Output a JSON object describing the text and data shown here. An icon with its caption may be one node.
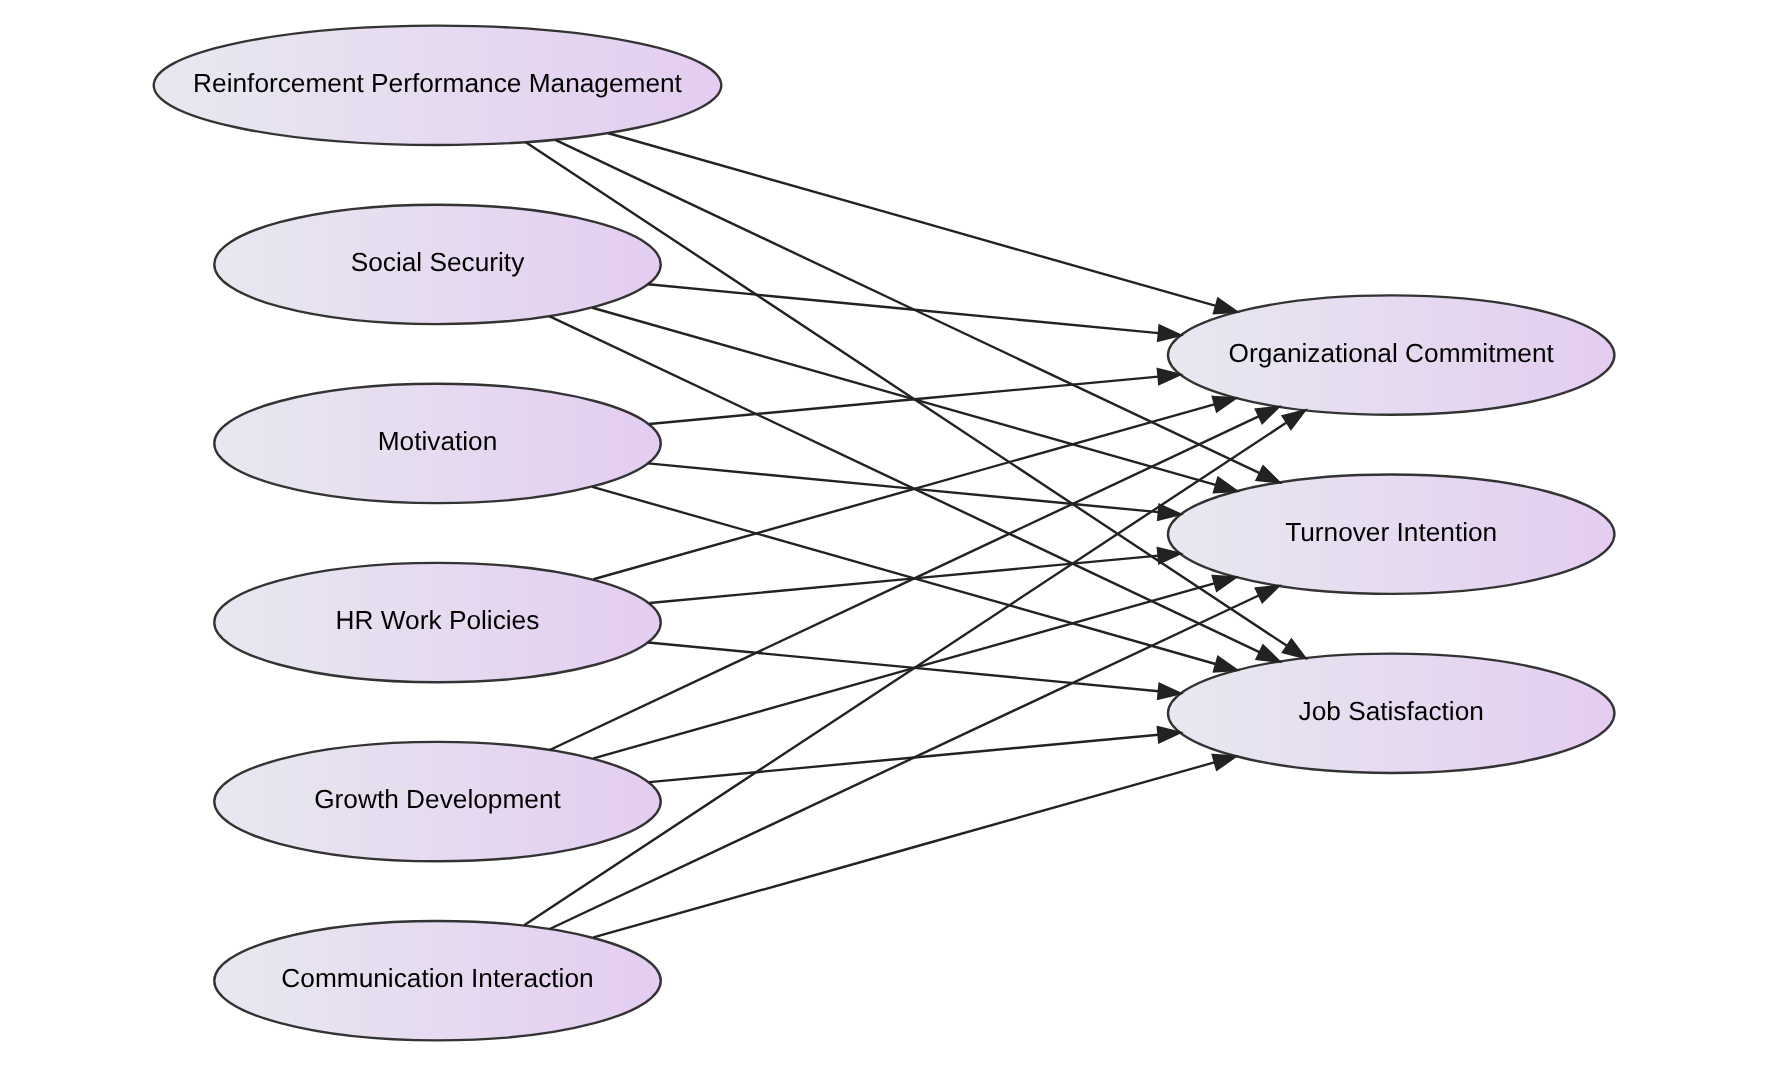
{
  "diagram": {
    "nodes": [
      {
        "text": [
          "Reinforcement Performance Management"
        ]
      },
      {
        "text": [
          "Social Security"
        ]
      },
      {
        "text": [
          "Motivation"
        ]
      },
      {
        "text": [
          "HR Work Policies"
        ]
      },
      {
        "text": [
          "Growth Development"
        ]
      },
      {
        "text": [
          "Communication Interaction"
        ]
      },
      {
        "text": [
          "Organizational Commitment"
        ]
      },
      {
        "text": [
          "Turnover Intention"
        ]
      },
      {
        "text": [
          "Job Satisfaction"
        ]
      }
    ],
    "edges": [
      {
        "from": 0,
        "to": 6,
        "arrow": "to"
      },
      {
        "from": 0,
        "to": 7,
        "arrow": "to"
      },
      {
        "from": 0,
        "to": 8,
        "arrow": "to"
      },
      {
        "from": 1,
        "to": 6,
        "arrow": "to"
      },
      {
        "from": 1,
        "to": 7,
        "arrow": "to"
      },
      {
        "from": 1,
        "to": 8,
        "arrow": "to"
      },
      {
        "from": 2,
        "to": 6,
        "arrow": "to"
      },
      {
        "from": 2,
        "to": 7,
        "arrow": "to"
      },
      {
        "from": 2,
        "to": 8,
        "arrow": "to"
      },
      {
        "from": 3,
        "to": 6,
        "arrow": "to"
      },
      {
        "from": 3,
        "to": 7,
        "arrow": "to"
      },
      {
        "from": 3,
        "to": 8,
        "arrow": "to"
      },
      {
        "from": 4,
        "to": 6,
        "arrow": "to"
      },
      {
        "from": 4,
        "to": 7,
        "arrow": "to"
      },
      {
        "from": 4,
        "to": 8,
        "arrow": "to"
      },
      {
        "from": 5,
        "to": 6,
        "arrow": "to"
      },
      {
        "from": 5,
        "to": 7,
        "arrow": "to"
      },
      {
        "from": 5,
        "to": 8,
        "arrow": "to"
      }
    ]
  }
}
